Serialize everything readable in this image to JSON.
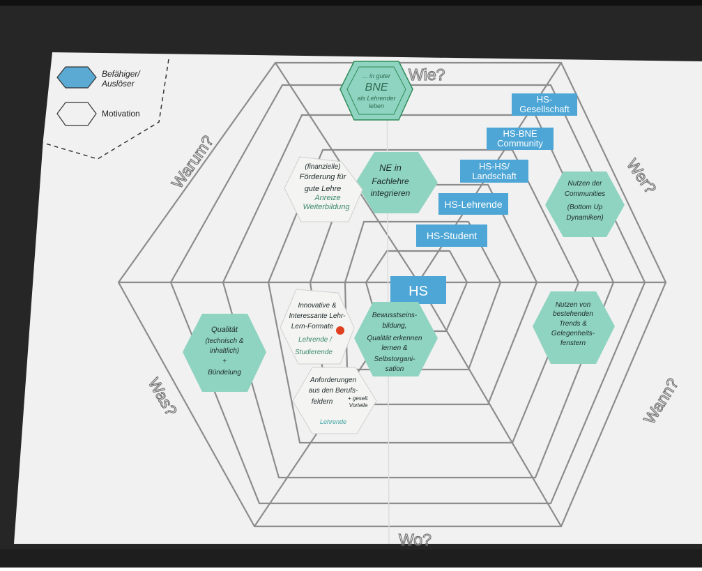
{
  "legend": {
    "enabler_label_line1": "Befähiger/",
    "enabler_label_line2": "Auslöser",
    "motivation_label": "Motivation",
    "enabler_color": "#5aaad3"
  },
  "axis_labels": {
    "how": "Wie?",
    "who": "Wer?",
    "when": "Wann?",
    "where": "Wo?",
    "what": "Was?",
    "why": "Warum?"
  },
  "levels": {
    "hs": "HS",
    "student": "HS-Student",
    "teachers": "HS-Lehrende",
    "hs_hs_line1": "HS-HS/",
    "hs_hs_line2": "Landschaft",
    "bne_line1": "HS-BNE",
    "bne_line2": "Community",
    "society_line1": "HS-",
    "society_line2": "Gesellschaft",
    "box_color": "#4da6d6"
  },
  "notes": {
    "wie_top": [
      "... in guter",
      "BNE",
      "als Lehrender",
      "leben"
    ],
    "ne_fachlehre": [
      "NE in",
      "Fachlehre",
      "integrieren"
    ],
    "foerderung": [
      "(finanzielle)",
      "Förderung für",
      "gute Lehre",
      "Anreize",
      "Weiterbildung"
    ],
    "communities": [
      "Nutzen der",
      "Communities",
      "(Bottom Up",
      "Dynamiken)"
    ],
    "trends": [
      "Nutzen von",
      "bestehenden",
      "Trends &",
      "Gelegenheits-",
      "fenstern"
    ],
    "bewusstsein": [
      "Bewusstseins-",
      "bildung,",
      "Qualität erkennen",
      "lernen &",
      "Selbstorgani-",
      "sation"
    ],
    "formate": [
      "Innovative &",
      "Interessante Lehr-",
      "Lern-Formate",
      "Lehrende /",
      "Studierende"
    ],
    "qualitaet": [
      "Qualität",
      "(technisch &",
      "inhaltlich)",
      "+",
      "Bündelung"
    ],
    "anforderungen": [
      "Anforderungen",
      "aus den Berufs-",
      "feldern",
      "+ gesell.",
      "Vorteile",
      "Lehrende"
    ],
    "teal_color": "#8fd3c1",
    "white_note_color": "#f4f4f2"
  }
}
